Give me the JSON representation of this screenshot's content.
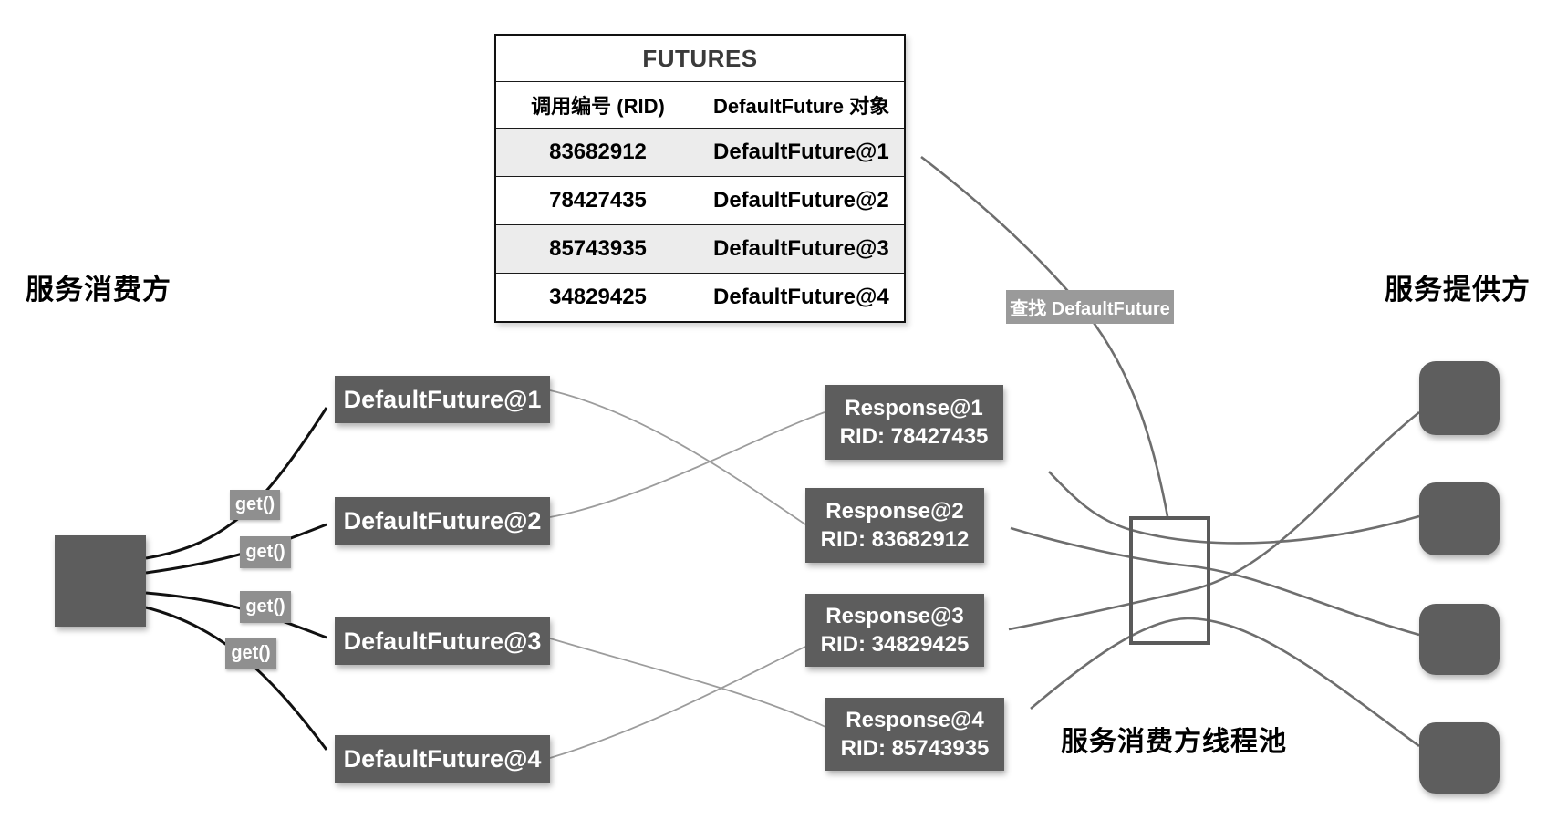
{
  "labels": {
    "consumer": "服务消费方",
    "provider": "服务提供方",
    "thread_pool": "服务消费方线程池",
    "lookup": "查找 DefaultFuture",
    "get": "get()"
  },
  "futures_table": {
    "title": "FUTURES",
    "columns": [
      "调用编号 (RID)",
      "DefaultFuture 对象"
    ],
    "rows": [
      [
        "83682912",
        "DefaultFuture@1"
      ],
      [
        "78427435",
        "DefaultFuture@2"
      ],
      [
        "85743935",
        "DefaultFuture@3"
      ],
      [
        "34829425",
        "DefaultFuture@4"
      ]
    ]
  },
  "future_boxes": [
    "DefaultFuture@1",
    "DefaultFuture@2",
    "DefaultFuture@3",
    "DefaultFuture@4"
  ],
  "response_boxes": [
    {
      "title": "Response@1",
      "rid": "RID: 78427435"
    },
    {
      "title": "Response@2",
      "rid": "RID: 83682912"
    },
    {
      "title": "Response@3",
      "rid": "RID: 34829425"
    },
    {
      "title": "Response@4",
      "rid": "RID: 85743935"
    }
  ],
  "colors": {
    "node_fill": "#5d5d5d",
    "label_fill": "#8f8f8f",
    "lookup_fill": "#9a9a9a",
    "table_alt_row": "#ececec",
    "black_arrow": "#111111",
    "gray_arrow": "#6e6e6e",
    "thin_line": "#9c9c9c"
  }
}
